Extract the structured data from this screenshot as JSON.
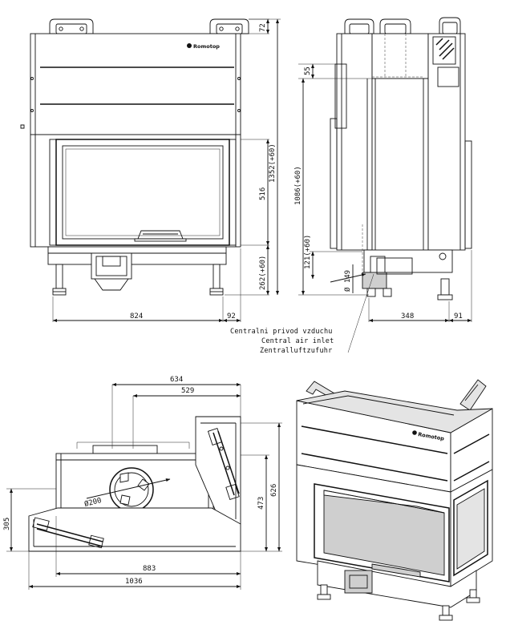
{
  "brand": "Romotop",
  "front_view": {
    "dim_top": "72",
    "dim_total": "1352(+60)",
    "dim_glass": "516",
    "dim_base": "262(+60)",
    "dim_width": "824",
    "dim_side": "92"
  },
  "side_view": {
    "dim_top": "55",
    "dim_height": "1086(+60)",
    "dim_inlet_height": "121(+60)",
    "dim_inlet_diameter": "Ø 149",
    "dim_depth": "348",
    "dim_rear": "91"
  },
  "inlet_note": [
    "Centralni privod vzduchu",
    "Central air inlet",
    "Zentralluftzufuhr"
  ],
  "top_view": {
    "dim_634": "634",
    "dim_529": "529",
    "dim_flue": "Ø200",
    "dim_305": "305",
    "dim_473": "473",
    "dim_626": "626",
    "dim_883": "883",
    "dim_1036": "1036"
  }
}
